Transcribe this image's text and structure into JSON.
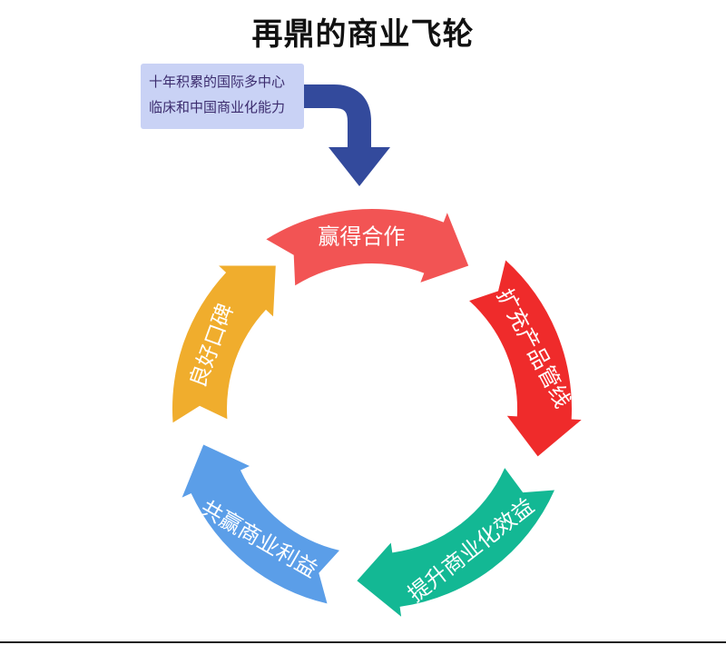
{
  "title": "再鼎的商业飞轮",
  "note": {
    "line1": "十年积累的国际多中心",
    "line2": "临床和中国商业化能力"
  },
  "segments": [
    {
      "label": "赢得合作",
      "color": "#f25454"
    },
    {
      "label": "扩充产品管线",
      "color": "#ef2b2b"
    },
    {
      "label": "提升商业化效益",
      "color": "#13b894"
    },
    {
      "label": "共赢商业利益",
      "color": "#5b9ee8"
    },
    {
      "label": "良好口碑",
      "color": "#f0ad2d"
    }
  ],
  "colors": {
    "input_arrow": "#334a9c",
    "note_bg": "#c9d2f5",
    "note_text": "#3c2c6e"
  }
}
